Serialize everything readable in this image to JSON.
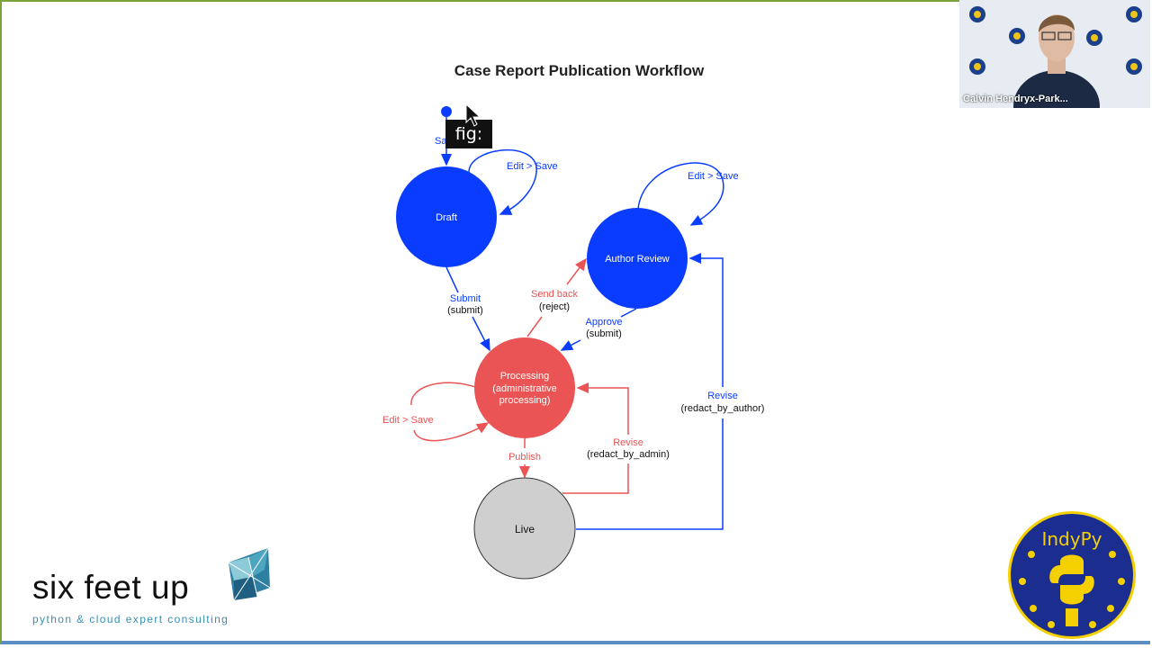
{
  "title": "Case Report Publication Workflow",
  "tooltip": "fig:",
  "colors": {
    "blue": "#0a3cff",
    "red": "#ea5454",
    "gray": "#cfcfcf",
    "dark": "#111111"
  },
  "nodes": {
    "draft": "Draft",
    "author_review": "Author Review",
    "processing_line1": "Processing",
    "processing_line2": "(administrative",
    "processing_line3": "processing)",
    "live": "Live"
  },
  "edges": {
    "start_label": "Sa",
    "draft_self": "Edit > Save",
    "author_self": "Edit > Save",
    "processing_self": "Edit > Save",
    "submit": "Submit",
    "submit_code": "(submit)",
    "send_back": "Send back",
    "send_back_code": "(reject)",
    "approve": "Approve",
    "approve_code": "(submit)",
    "revise_author": "Revise",
    "revise_author_code": "(redact_by_author)",
    "revise_admin": "Revise",
    "revise_admin_code": "(redact_by_admin)",
    "publish": "Publish"
  },
  "branding": {
    "company": "six feet up",
    "tagline": "python & cloud expert consulting",
    "badge_text": "IndyPy"
  },
  "video": {
    "participant": "Calvin Hendryx-Park..."
  }
}
